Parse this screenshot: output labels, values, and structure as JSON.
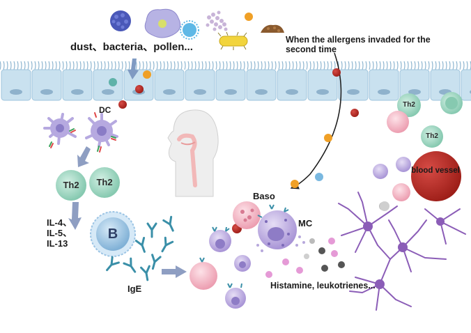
{
  "labels": {
    "allergens": "dust、bacteria、pollen...",
    "second_time": "When the allergens invaded for the second time",
    "dc": "DC",
    "th2_left": "Th2",
    "th2_right": "Th2",
    "th2_top": "Th2",
    "th2_mid": "Th2",
    "il4": "IL-4、",
    "il5": "IL-5、",
    "il13": "IL-13",
    "b_cell": "B",
    "ige": "IgE",
    "baso": "Baso",
    "mc": "MC",
    "blood_vessel": "blood vessel",
    "mediators": "Histamine, leukotrienes..."
  },
  "colors": {
    "epithelium": "#c9e1ef",
    "cilia": "#8fb6d0",
    "th2": "#a9dcc9",
    "dc": "#b6a9e0",
    "b_cell": "#9cc4e4",
    "mast": "#b9a7df",
    "baso": "#f4b6c6",
    "neuron": "#8b5db7",
    "vessel": "#b3261e",
    "antibody": "#3a8fa8",
    "allergen_red": "#b5323a",
    "allergen_orange": "#f0a026",
    "allergen_blue": "#7ab8e0"
  }
}
